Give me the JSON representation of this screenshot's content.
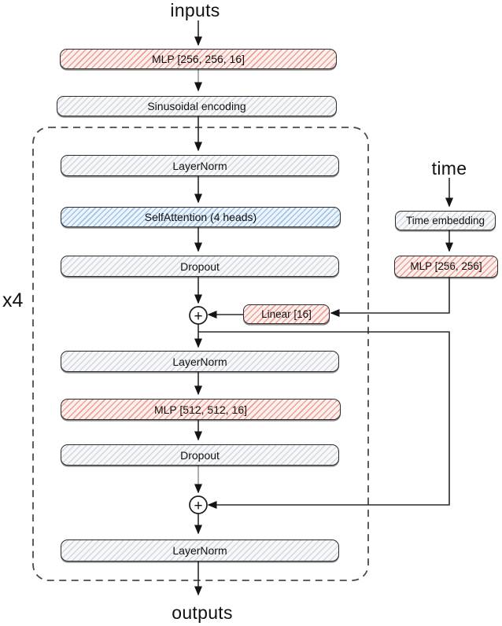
{
  "diagram": {
    "io": {
      "input_label": "inputs",
      "output_label": "outputs",
      "time_label": "time",
      "repeat_label": "x4"
    },
    "nodes": {
      "mlp_in": "MLP [256, 256, 16]",
      "sinusoidal": "Sinusoidal encoding",
      "layernorm1": "LayerNorm",
      "self_attention": "SelfAttention (4 heads)",
      "dropout1": "Dropout",
      "linear": "Linear [16]",
      "layernorm2": "LayerNorm",
      "mlp_mid": "MLP [512, 512, 16]",
      "dropout2": "Dropout",
      "layernorm3": "LayerNorm",
      "time_embedding": "Time embedding",
      "mlp_time": "MLP [256, 256]",
      "add_symbol": "+"
    },
    "colors": {
      "red_fill": "#fdf1ee",
      "red_hatch": "#e45a4e",
      "gray_fill": "#f7f8fa",
      "gray_hatch": "#a5afbc",
      "blue_fill": "#edf4fb",
      "blue_hatch": "#5895d0",
      "line": "#2a2a2a"
    }
  }
}
